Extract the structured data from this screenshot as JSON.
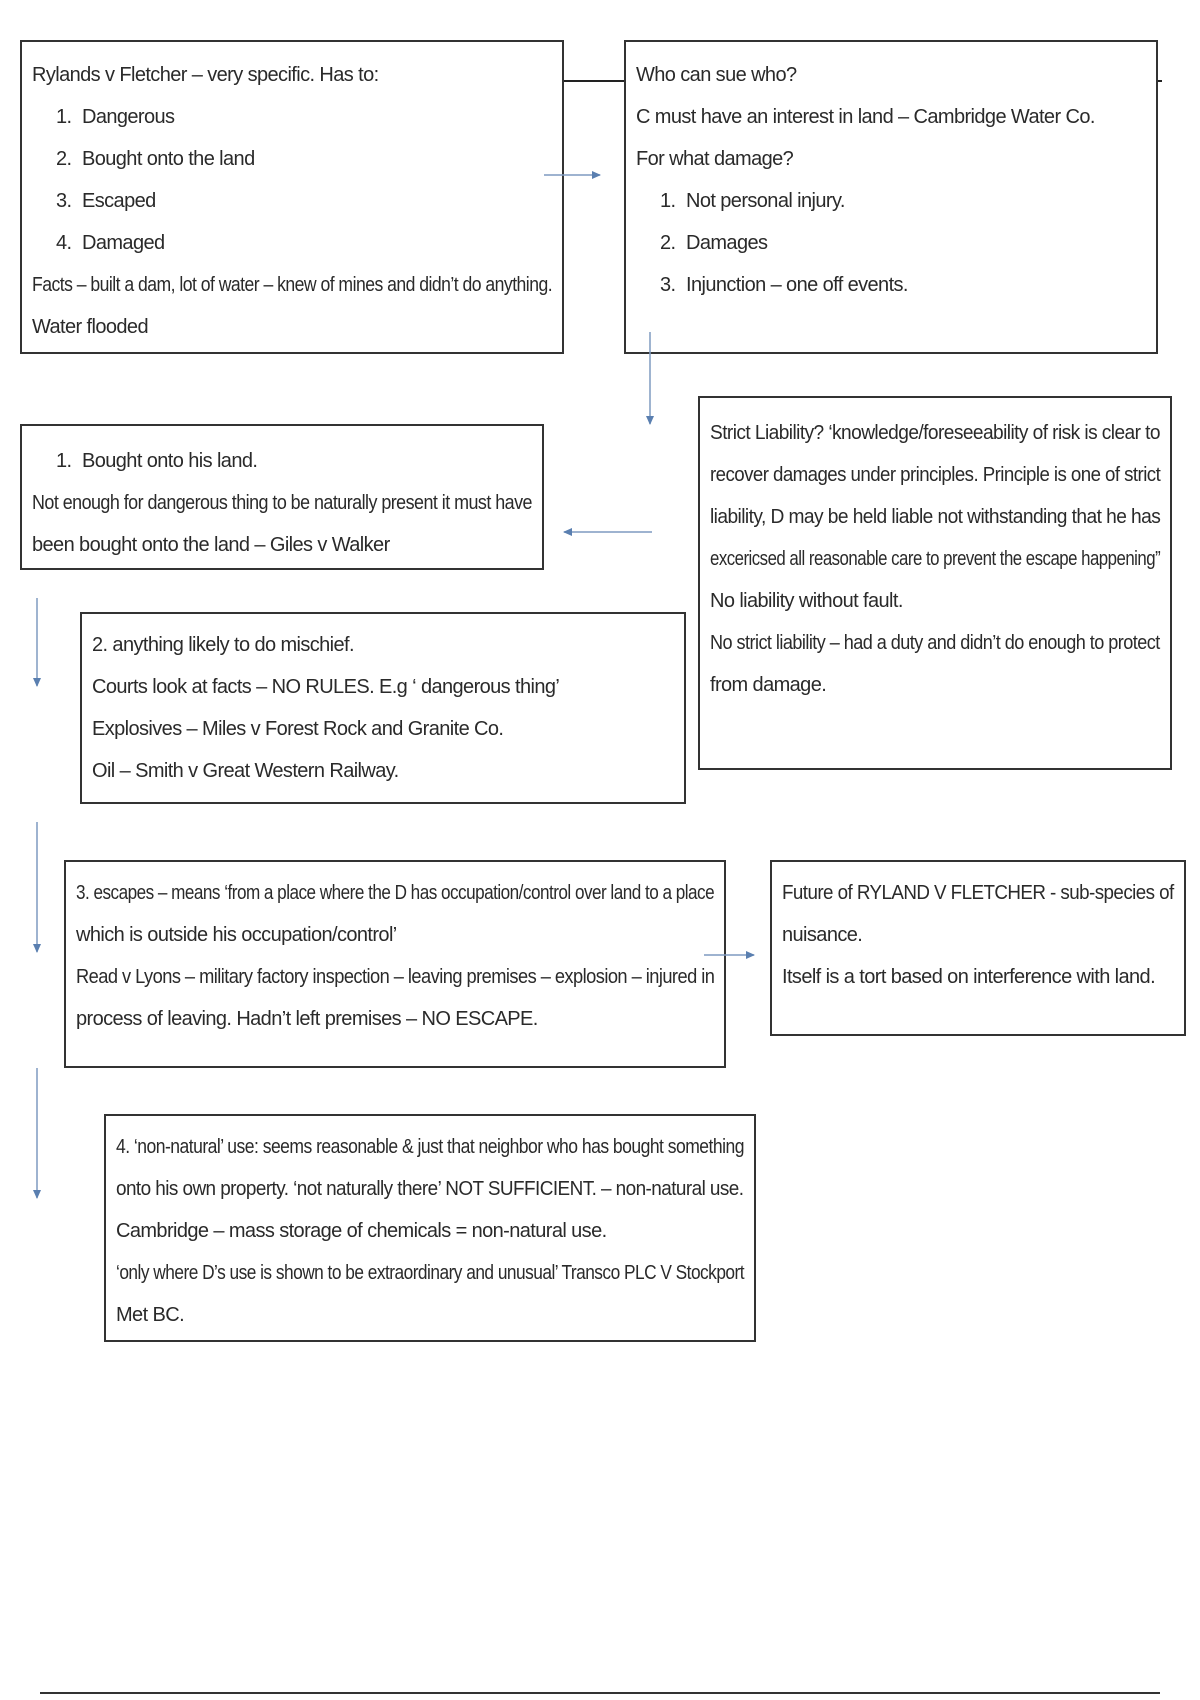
{
  "colors": {
    "arrow": "#6f8fb8",
    "border": "#333333",
    "text": "#2a2a2a"
  },
  "box1": {
    "intro": "Rylands v Fletcher – very specific. Has to:",
    "items": [
      "Dangerous",
      "Bought onto the land",
      "Escaped",
      "Damaged"
    ],
    "facts": "Facts – built a dam, lot of water – knew of mines and didn’t do anything.",
    "facts2": "Water flooded"
  },
  "box2": {
    "q1": "Who can sue who?",
    "a1": "C must have an interest in land – Cambridge Water Co.",
    "q2": "For what damage?",
    "items": [
      "Not personal injury.",
      "Damages",
      "Injunction – one off events."
    ]
  },
  "box3": {
    "line1": "Strict Liability? ‘knowledge/foreseeability of risk is clear to",
    "line2": "recover damages under principles. Principle is one of strict",
    "line3": "liability, D may be held liable not withstanding that he has",
    "line4": "excericsed all reasonable care to prevent the escape happening”",
    "line5": "No liability without fault.",
    "line6": "No strict liability – had a duty and didn’t do enough to protect",
    "line7": "from damage."
  },
  "box4": {
    "item": "Bought onto his land.",
    "line1": "Not enough for dangerous thing to be naturally present it must have",
    "line2": "been bought onto the land – Giles v Walker"
  },
  "box5": {
    "line1": "2. anything likely to do mischief.",
    "line2": "Courts look at facts – NO RULES. E.g ‘ dangerous thing’",
    "line3": "Explosives – Miles v Forest Rock and Granite Co.",
    "line4": "Oil – Smith v Great Western Railway."
  },
  "box6": {
    "line1": "3. escapes – means ‘from a place where the D has occupation/control over land to a place",
    "line2": "which is outside his occupation/control’",
    "line3": "Read v Lyons – military factory inspection – leaving premises – explosion – injured in",
    "line4": "process of leaving. Hadn’t left premises – NO ESCAPE."
  },
  "box7": {
    "line1": "Future of RYLAND V FLETCHER -  sub-species of",
    "line2": "nuisance.",
    "line3": "Itself is a tort based on interference with land."
  },
  "box8": {
    "line1": "4. ‘non-natural’ use: seems reasonable & just that neighbor who has bought something",
    "line2": "onto his own property. ‘not naturally there’ NOT SUFFICIENT. – non-natural use.",
    "line3": "Cambridge – mass storage of chemicals = non-natural use.",
    "line4": "‘only where D’s use is shown to be extraordinary and unusual’ Transco PLC V Stockport",
    "line5": "Met BC."
  }
}
